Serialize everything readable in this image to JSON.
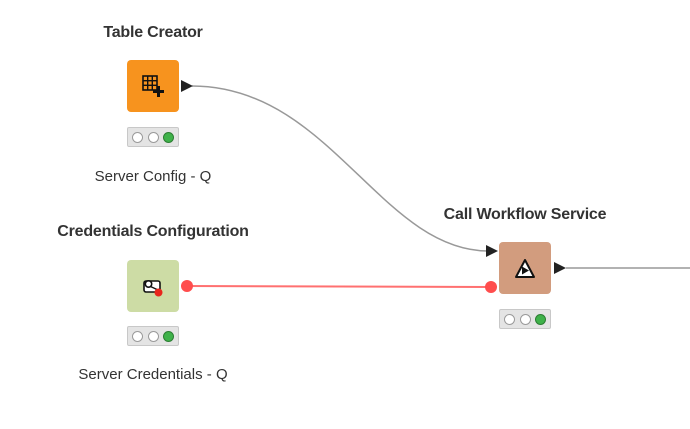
{
  "workflow": {
    "nodes": [
      {
        "title": "Table Creator",
        "label": "Server Config - Q",
        "icon": "table-plus-icon",
        "color": "#f7931e",
        "status": [
          "off",
          "off",
          "on"
        ]
      },
      {
        "title": "Credentials Configuration",
        "label": "Server Credentials - Q",
        "icon": "credentials-icon",
        "color": "#cddca5",
        "status": [
          "off",
          "off",
          "on"
        ]
      },
      {
        "title": "Call Workflow Service",
        "label": "",
        "icon": "play-triangle-icon",
        "color": "#d29c7e",
        "status": [
          "off",
          "off",
          "on"
        ]
      }
    ],
    "colors": {
      "data_connection": "#999999",
      "flow_variable_connection": "#ff5555",
      "port_black": "#222222",
      "flow_variable_port": "#ff4d4d"
    }
  }
}
